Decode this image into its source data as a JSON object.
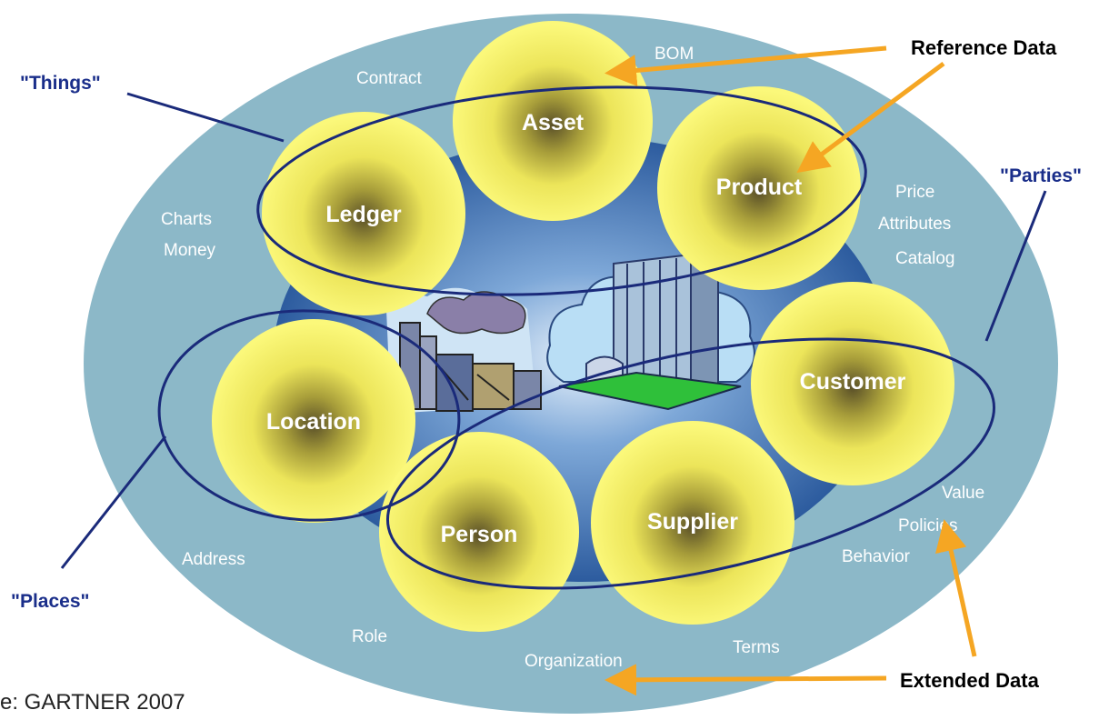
{
  "entities": {
    "asset": "Asset",
    "product": "Product",
    "ledger": "Ledger",
    "location": "Location",
    "customer": "Customer",
    "person": "Person",
    "supplier": "Supplier"
  },
  "extended_terms": {
    "bom": "BOM",
    "contract": "Contract",
    "charts": "Charts",
    "money": "Money",
    "price": "Price",
    "attributes": "Attributes",
    "catalog": "Catalog",
    "value": "Value",
    "policies": "Policies",
    "behavior": "Behavior",
    "address": "Address",
    "role": "Role",
    "organization": "Organization",
    "terms": "Terms"
  },
  "callouts": {
    "things": "\"Things\"",
    "parties": "\"Parties\"",
    "places": "\"Places\"",
    "reference_data": "Reference Data",
    "extended_data": "Extended Data"
  },
  "source": "e: GARTNER 2007",
  "colors": {
    "outer_ellipse": "#8cb8c8",
    "inner_core": "#2b5d9e",
    "circle_fill": "#f7f45a",
    "circle_center": "#5a5028",
    "group_outline": "#1a2a7a",
    "arrow": "#f5a623"
  }
}
